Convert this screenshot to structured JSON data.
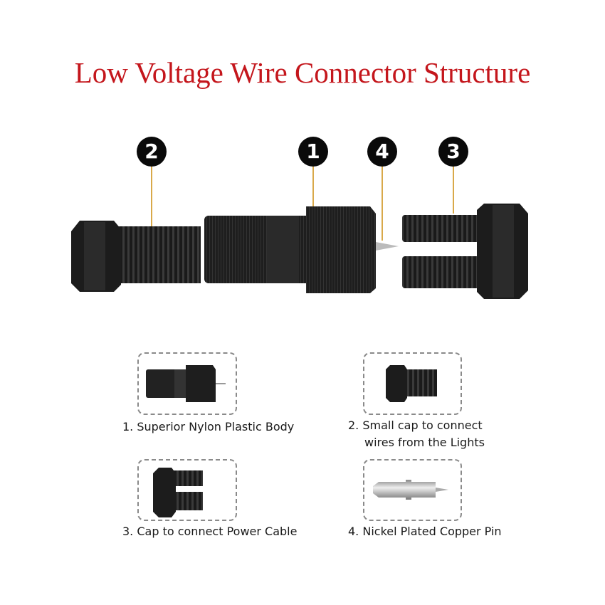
{
  "title": "Low Voltage Wire Connector Structure",
  "callouts": [
    "2",
    "1",
    "4",
    "3"
  ],
  "colors": {
    "title": "#c4161c",
    "leader": "#d9a94a",
    "part": "#1c1c1c"
  },
  "parts": [
    {
      "caption_line1": "1. Superior Nylon Plastic Body"
    },
    {
      "caption_line1": "2. Small cap to connect",
      "caption_line2": "wires from the Lights"
    },
    {
      "caption_line1": "3. Cap to connect Power Cable"
    },
    {
      "caption_line1": "4. Nickel Plated Copper Pin"
    }
  ]
}
